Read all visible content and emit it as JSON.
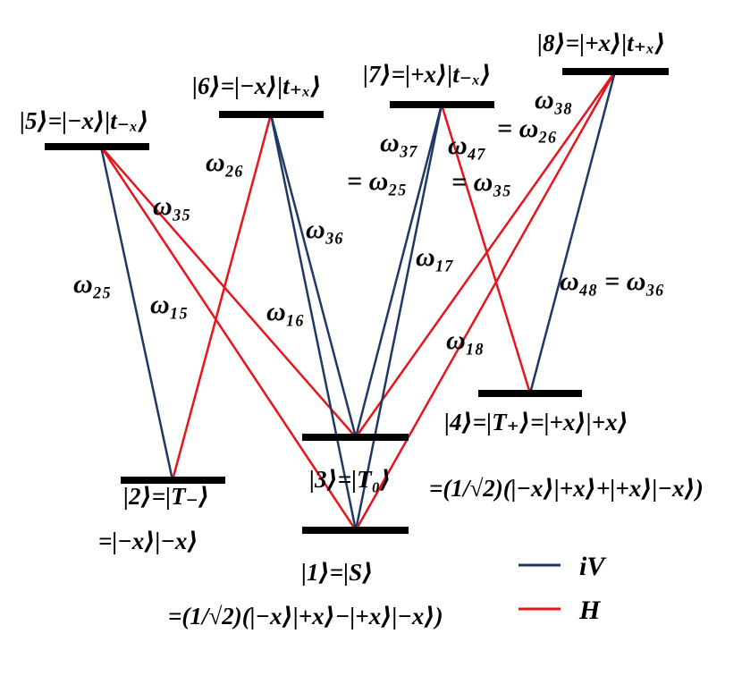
{
  "colors": {
    "iV": "#1f3864",
    "H": "#e8141b",
    "level": "#000000"
  },
  "levels": [
    {
      "id": "1",
      "label": "|1⟩=|S⟩",
      "sublabel": "=(1/√2)(|−x⟩|+x⟩−|+x⟩|−x⟩)"
    },
    {
      "id": "2",
      "label": "|2⟩=|T₋⟩",
      "sublabel": "=|−x⟩|−x⟩"
    },
    {
      "id": "3",
      "label": "|3⟩=|T₀⟩",
      "sublabel": "=(1/√2)(|−x⟩|+x⟩+|+x⟩|−x⟩)"
    },
    {
      "id": "4",
      "label": "|4⟩=|T₊⟩=|+x⟩|+x⟩",
      "sublabel": ""
    },
    {
      "id": "5",
      "label": "|5⟩=|−x⟩|t₋ₓ⟩",
      "sublabel": ""
    },
    {
      "id": "6",
      "label": "|6⟩=|−x⟩|t₊ₓ⟩",
      "sublabel": ""
    },
    {
      "id": "7",
      "label": "|7⟩=|+x⟩|t₋ₓ⟩",
      "sublabel": ""
    },
    {
      "id": "8",
      "label": "|8⟩=|+x⟩|t₊ₓ⟩",
      "sublabel": ""
    }
  ],
  "transitions": [
    {
      "from": "2",
      "to": "5",
      "type": "iV"
    },
    {
      "from": "2",
      "to": "6",
      "type": "H"
    },
    {
      "from": "3",
      "to": "5",
      "type": "H"
    },
    {
      "from": "3",
      "to": "6",
      "type": "iV"
    },
    {
      "from": "3",
      "to": "7",
      "type": "iV"
    },
    {
      "from": "3",
      "to": "8",
      "type": "H"
    },
    {
      "from": "1",
      "to": "5",
      "type": "H"
    },
    {
      "from": "1",
      "to": "6",
      "type": "iV"
    },
    {
      "from": "1",
      "to": "7",
      "type": "iV"
    },
    {
      "from": "1",
      "to": "8",
      "type": "H"
    },
    {
      "from": "4",
      "to": "7",
      "type": "H"
    },
    {
      "from": "4",
      "to": "8",
      "type": "iV"
    }
  ],
  "omega_labels": [
    "ω₃₈",
    "= ω₂₆",
    "ω₃₇",
    "ω₄₇",
    "= ω₂₅",
    "= ω₃₅",
    "ω₂₆",
    "ω₃₅",
    "ω₃₆",
    "ω₁₇",
    "ω₂₅",
    "ω₁₅",
    "ω₁₆",
    "ω₄₈ = ω₃₆",
    "ω₁₈"
  ],
  "legend": [
    {
      "label": "iV",
      "type": "iV"
    },
    {
      "label": "H",
      "type": "H"
    }
  ]
}
